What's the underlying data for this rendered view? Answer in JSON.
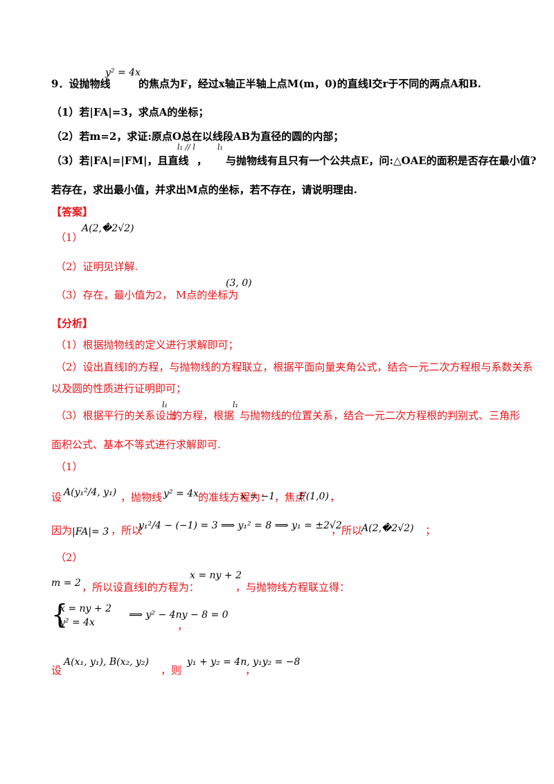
{
  "q9": {
    "num": "9．",
    "t1": "设抛物线",
    "m1": "y² = 4x",
    "t2": "的焦点为F，经过x轴正半轴上点M(m，0)的直线l交r于不同的两点A和B."
  },
  "q9_1": "（1）若|FA|=3，求点A的坐标；",
  "q9_2": "（2）若m=2，求证:原点O总在以线段AB为直径的圆的内部；",
  "q9_3": {
    "t1": "（3）若|FA|=|FM|，且直线",
    "m1": "l₁ // l",
    "t2": "，",
    "m2": "l₁",
    "t3": "与抛物线有且只有一个公共点E，问:△OAE的面积是否存在最小值?"
  },
  "q9_4": "若存在，求出最小值，并求出M点的坐标，若不存在，请说明理由.",
  "answer": {
    "heading": "【答案】",
    "a1_label": "（1）",
    "a1_math": "A(2,�2√2)",
    "a2": "（2）证明见详解.",
    "a3_text": "（3）存在，最小值为2，  M点的坐标为",
    "a3_math": "(3, 0)"
  },
  "analysis": {
    "heading": "【分析】",
    "p1": "（1）根据抛物线的定义进行求解即可；",
    "p2a": "（2）设出直线l的方程，与抛物线的方程联立，根据平面向量夹角公式，结合一元二次方程根与系数关系",
    "p2b": "以及圆的性质进行证明即可；",
    "p3_t1": "（3）根据平行的关系设出",
    "p3_m1": "l₁",
    "p3_t2": "的方程，根据",
    "p3_m2": "l₁",
    "p3_t3": "与抛物线的位置关系，结合一元二次方程根的判别式、三角形",
    "p3b": "面积公式、基本不等式进行求解即可."
  },
  "sol1": {
    "label": "（1）",
    "l1_t1": "设",
    "l1_m1": "A(y₁²/4, y₁)",
    "l1_t2": "，抛物线",
    "l1_m2": "y² = 4x",
    "l1_t3": "的准线方程为：",
    "l1_m3": "x = −1",
    "l1_t4": "，焦点",
    "l1_m4": "F(1,0)",
    "l1_t5": "，",
    "l2_t1": "因为",
    "l2_m1": "|FA|= 3",
    "l2_t2": "，所以",
    "l2_m2": "y₁²/4 − (−1) = 3 ⟹ y₁² = 8 ⟹ y₁ = ±2√2",
    "l2_t3": "，所以",
    "l2_m3": "A(2,�2√2)",
    "l2_t4": "；"
  },
  "sol2": {
    "label": "（2）",
    "l1_m1": "m = 2",
    "l1_t1": "，所以设直线l的方程为：",
    "l1_m2": "x = ny + 2",
    "l1_t2": "，与抛物线方程联立得：",
    "sys_row1": "x = ny + 2",
    "sys_row2": "y² = 4x",
    "sys_result": "⟹ y² − 4ny − 8 = 0",
    "sys_tail": "，",
    "l3_t1": "设",
    "l3_m1": "A(x₁, y₁), B(x₂, y₂)",
    "l3_t2": "，则",
    "l3_m2": "y₁ + y₂ = 4n, y₁y₂ = −8",
    "l3_t3": "，"
  }
}
